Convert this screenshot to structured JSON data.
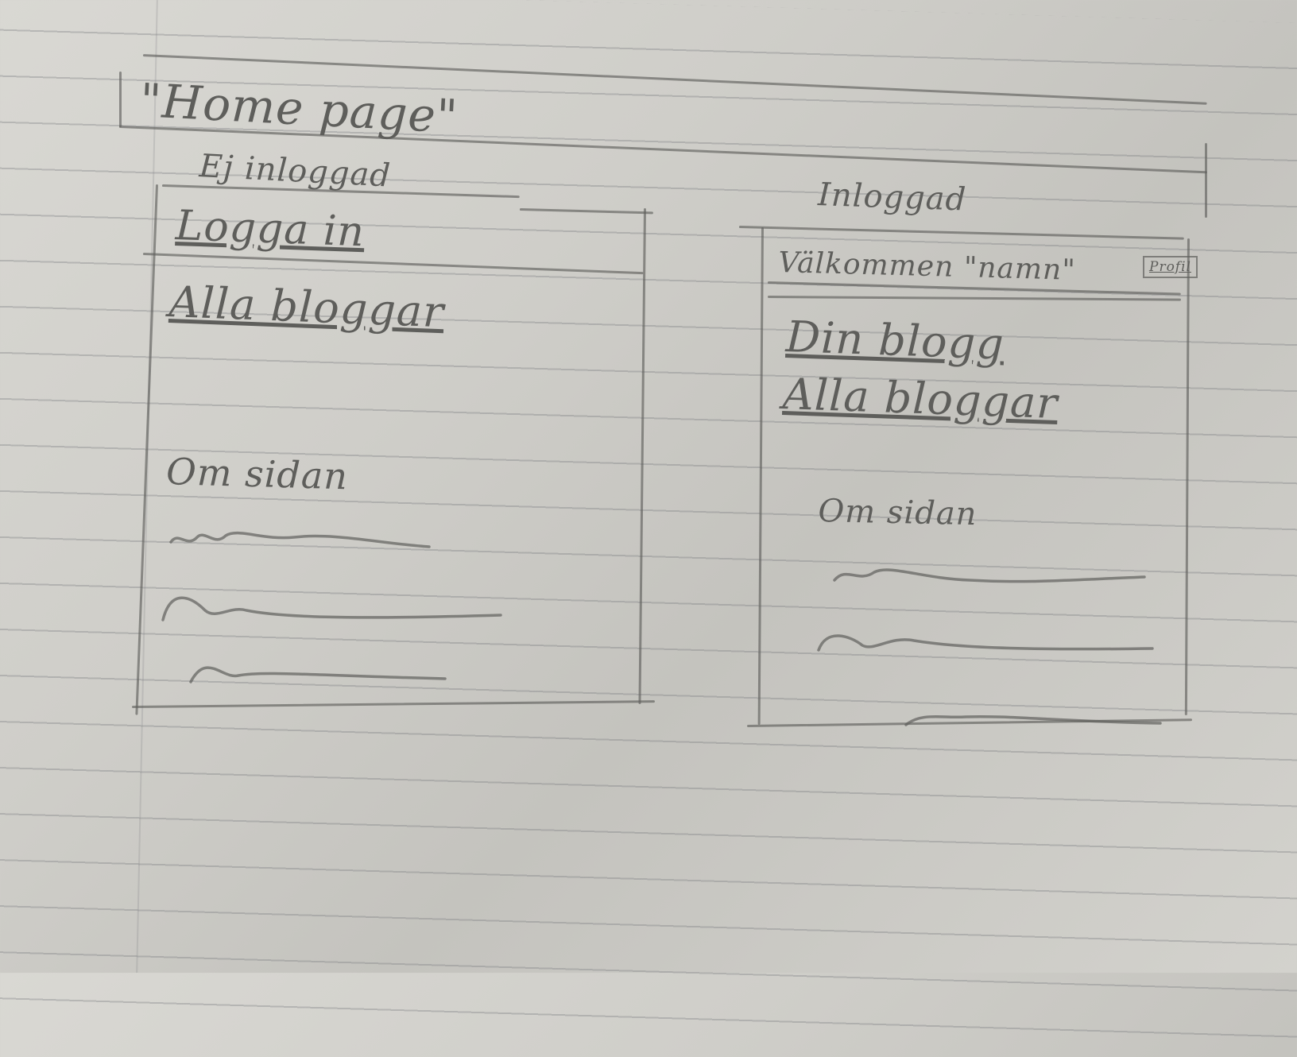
{
  "title": "\"Home page\"",
  "logged_out": {
    "caption": "Ej inloggad",
    "login_link": "Logga in",
    "all_blogs": "Alla bloggar",
    "about_heading": "Om sidan"
  },
  "logged_in": {
    "caption": "Inloggad",
    "welcome": "Välkommen \"namn\"",
    "profile_button": "Profil",
    "my_blog": "Din blogg",
    "all_blogs": "Alla bloggar",
    "about_heading": "Om sidan"
  }
}
